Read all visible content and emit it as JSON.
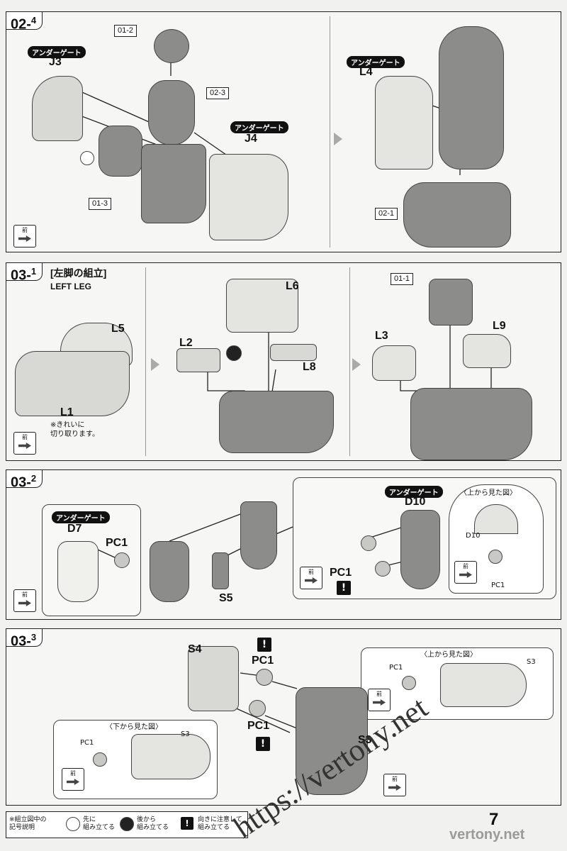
{
  "gate_label": "アンダーゲート",
  "front_label": "前",
  "steps": {
    "s024": {
      "main": "02",
      "sub": "4",
      "parts": [
        "01-2",
        "02-3",
        "01-3",
        "J3",
        "J4",
        "L4",
        "02-1"
      ]
    },
    "s031": {
      "main": "03",
      "sub": "1",
      "title_jp": "[左脚の組立]",
      "title_en": "LEFT LEG",
      "parts": [
        "L5",
        "L1",
        "L6",
        "L2",
        "L8",
        "01-1",
        "L3",
        "L9"
      ],
      "note_line1": "※きれいに",
      "note_line2": "切り取ります。"
    },
    "s032": {
      "main": "03",
      "sub": "2",
      "parts": [
        "D7",
        "PC1",
        "S5",
        "D10",
        "PC1"
      ],
      "inset_title": "〈上から見た図〉",
      "inset_labels": [
        "D10",
        "PC1"
      ]
    },
    "s033": {
      "main": "03",
      "sub": "3",
      "parts": [
        "S4",
        "PC1",
        "PC1",
        "S3"
      ],
      "inset_top_title": "〈上から見た図〉",
      "inset_top_labels": [
        "PC1",
        "S3"
      ],
      "inset_bottom_title": "〈下から見た図〉",
      "inset_bottom_labels": [
        "PC1",
        "S3"
      ]
    }
  },
  "legend": {
    "title_line1": "※組立図中の",
    "title_line2": "記号説明",
    "items": [
      {
        "line1": "先に",
        "line2": "組み立てる"
      },
      {
        "line1": "後から",
        "line2": "組み立てる"
      },
      {
        "line1": "向きに注意して",
        "line2": "組み立てる"
      }
    ]
  },
  "page_number": "7",
  "watermark_url": "https://vertony.net",
  "watermark_brand": "vertony.net"
}
